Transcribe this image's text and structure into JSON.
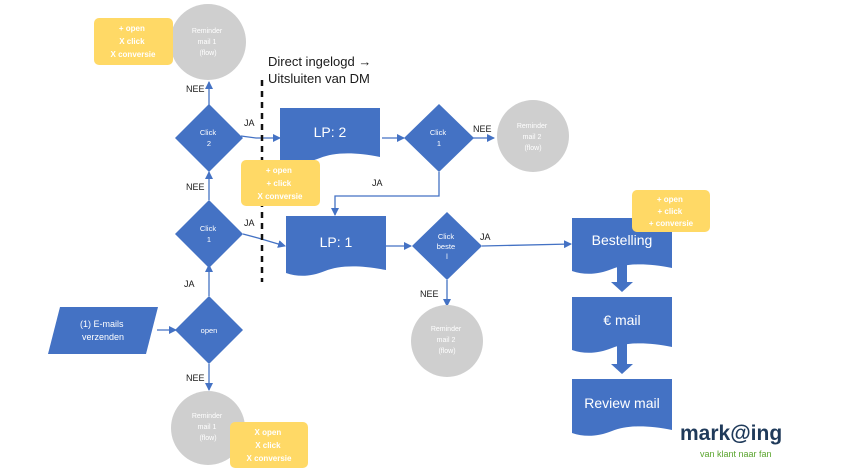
{
  "nodes": {
    "reminder_top": [
      "Reminder",
      "mail 1",
      "(flow)"
    ],
    "click2": [
      "Click",
      "2"
    ],
    "click1": [
      "Click",
      "1"
    ],
    "open": "open",
    "emails": [
      "(1) E-mails",
      "verzenden"
    ],
    "reminder_bottom": [
      "Reminder",
      "mail 1",
      "(flow)"
    ],
    "lp2": "LP: 2",
    "lp1": "LP: 1",
    "click1_right": [
      "Click",
      "1"
    ],
    "reminder2_top": [
      "Reminder",
      "mail 2",
      "(flow)"
    ],
    "click_beste": [
      "Click",
      "beste",
      "l"
    ],
    "reminder2_bottom": [
      "Reminder",
      "mail 2",
      "(flow)"
    ],
    "bestelling": "Bestelling",
    "euro_mail": "€ mail",
    "review_mail": "Review mail"
  },
  "notes": {
    "top_left": [
      "+ open",
      "X click",
      "X conversie"
    ],
    "middle": [
      "+ open",
      "+ click",
      "X conversie"
    ],
    "bottom": [
      "X open",
      "X click",
      "X conversie"
    ],
    "right": [
      "+ open",
      "+ click",
      "+ conversie"
    ]
  },
  "labels": {
    "nee": "NEE",
    "ja": "JA",
    "direct_line1": "Direct ingelogd →",
    "direct_line2": "Uitsluiten van DM"
  },
  "logo": {
    "name": "mark@ing",
    "tagline": "van klant naar fan"
  },
  "colors": {
    "blue": "#4472c4",
    "grey": "#cfcfcf",
    "yellow": "#ffd966",
    "green": "#5ba52e"
  }
}
